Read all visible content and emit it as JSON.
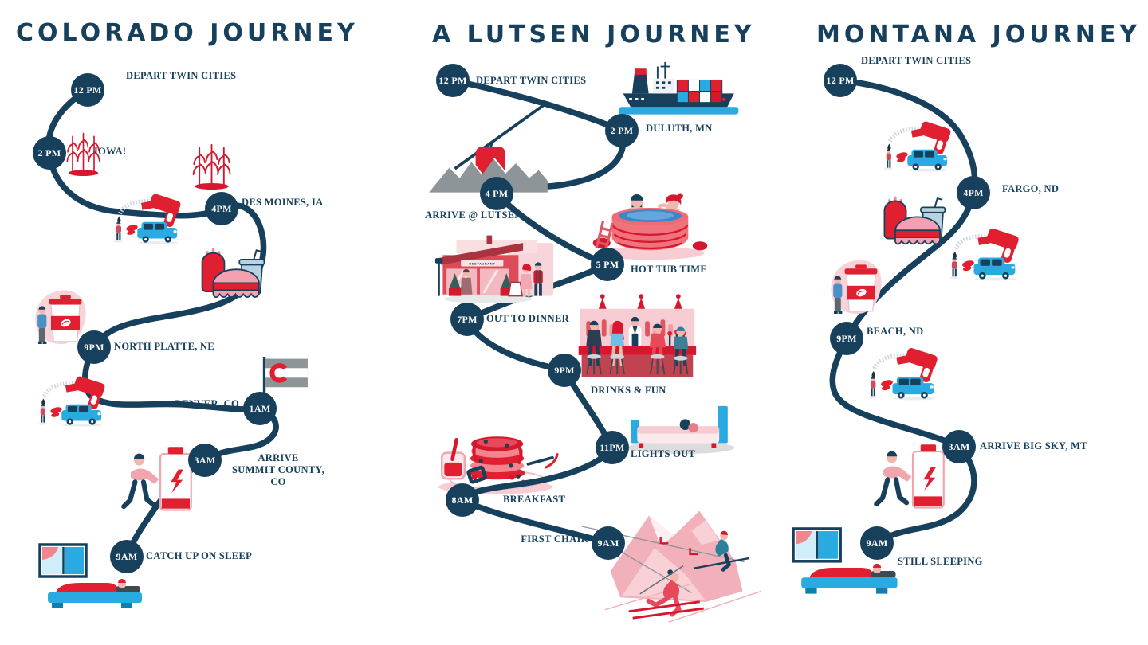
{
  "colors": {
    "navy": "#17405c",
    "red": "#e01f30",
    "dark_red": "#d5182d",
    "pink": "#f4a0b0",
    "light_pink": "#f7ccd2",
    "cyan": "#29abe2",
    "gray": "#8d9598",
    "skin": "#f2b8af",
    "white": "#ffffff"
  },
  "journeys": [
    {
      "id": "colorado",
      "title": "COLORADO JOURNEY",
      "stops": [
        {
          "time": "12 PM",
          "label": "DEPART TWIN CITIES"
        },
        {
          "time": "2 PM",
          "label": "IOWA!"
        },
        {
          "time": "4PM",
          "label": "DES MOINES, IA"
        },
        {
          "time": "9PM",
          "label": "NORTH PLATTE, NE"
        },
        {
          "time": "1AM",
          "label": "DENVER, CO"
        },
        {
          "time": "3AM",
          "label": "ARRIVE",
          "label2": "SUMMIT COUNTY, CO"
        },
        {
          "time": "9AM",
          "label": "CATCH UP ON SLEEP"
        }
      ],
      "illustrations": [
        "corn-field",
        "gas-pump-with-car",
        "corn-field",
        "fast-food",
        "coffee-break",
        "colorado-flag",
        "low-battery-person",
        "sleeping-bed-window"
      ]
    },
    {
      "id": "lutsen",
      "title": "A LUTSEN JOURNEY",
      "restaurant_sign": "RESTAURANT",
      "stops": [
        {
          "time": "12 PM",
          "label": "DEPART TWIN CITIES"
        },
        {
          "time": "2 PM",
          "label": "DULUTH, MN"
        },
        {
          "time": "4 PM",
          "label": "ARRIVE @ LUTSEN"
        },
        {
          "time": "5 PM",
          "label": "HOT TUB TIME"
        },
        {
          "time": "7PM",
          "label": "OUT TO DINNER"
        },
        {
          "time": "9PM",
          "label": "DRINKS & FUN"
        },
        {
          "time": "11PM",
          "label": "LIGHTS OUT"
        },
        {
          "time": "8AM",
          "label": "BREAKFAST"
        },
        {
          "time": "9AM",
          "label": "FIRST CHAIR"
        }
      ],
      "illustrations": [
        "cargo-ship",
        "ski-gondola-mountains",
        "hot-tub-couple",
        "restaurant-storefront",
        "bar-scene",
        "bed-lights-out",
        "pancake-breakfast",
        "ski-slope-skiers"
      ]
    },
    {
      "id": "montana",
      "title": "MONTANA JOURNEY",
      "stops": [
        {
          "time": "12 PM",
          "label": "DEPART TWIN CITIES"
        },
        {
          "time": "4PM",
          "label": "FARGO, ND"
        },
        {
          "time": "9PM",
          "label": "BEACH, ND"
        },
        {
          "time": "3AM",
          "label": "ARRIVE BIG SKY, MT"
        },
        {
          "time": "9AM",
          "label": "STILL SLEEPING"
        }
      ],
      "illustrations": [
        "gas-pump-with-car",
        "fast-food",
        "gas-pump-with-car",
        "coffee-break",
        "gas-pump-with-car",
        "low-battery-person",
        "sleeping-bed-window"
      ]
    }
  ]
}
